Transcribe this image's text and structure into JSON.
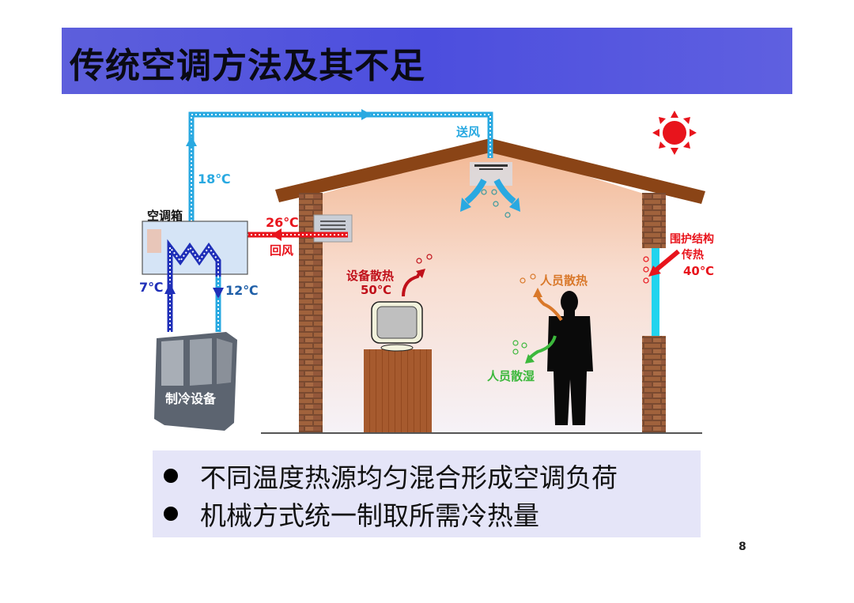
{
  "slide": {
    "title": "传统空调方法及其不足",
    "page_number": "8",
    "title_bar_color": "#4c4ede"
  },
  "diagram": {
    "ahu_label": "空调箱",
    "chiller_label": "制冷设备",
    "supply_temp": "18℃",
    "return_temp": "26℃",
    "return_label": "回风",
    "supply_label": "送风",
    "chilled_water_supply": "7℃",
    "chilled_water_return": "12℃",
    "equipment_heat": {
      "label": "设备散热",
      "temp": "50℃"
    },
    "occupant_heat": {
      "label": "人员散热"
    },
    "occupant_moisture": {
      "label": "人员散湿"
    },
    "envelope_heat": {
      "label_line1": "围护结构",
      "label_line2": "传热",
      "temp": "40℃"
    },
    "colors": {
      "supply_air": "#29a9e1",
      "return_air": "#e8141c",
      "chilled_water": "#1f2fb8",
      "equipment_heat": "#c0101a",
      "occupant_heat": "#d9782a",
      "occupant_moisture": "#3cb83c",
      "roof": "#8a4416",
      "interior": "#f4c9a8",
      "sun": "#e8141c"
    }
  },
  "bullets": [
    "不同温度热源均匀混合形成空调负荷",
    "机械方式统一制取所需冷热量"
  ]
}
